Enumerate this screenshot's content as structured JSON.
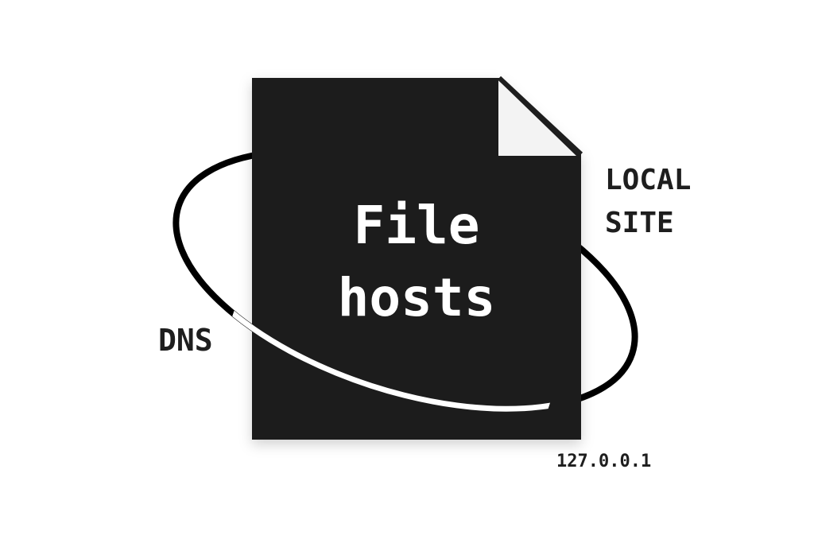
{
  "document": {
    "title_line1": "File",
    "title_line2": "hosts"
  },
  "labels": {
    "local_site_line1": "LOCAL",
    "local_site_line2": "SITE",
    "dns": "DNS",
    "ip": "127.0.0.1"
  },
  "colors": {
    "document": "#1e1e1e",
    "fold": "#f3f3f3",
    "orbit": "#000000",
    "orbit_front": "#ffffff"
  }
}
